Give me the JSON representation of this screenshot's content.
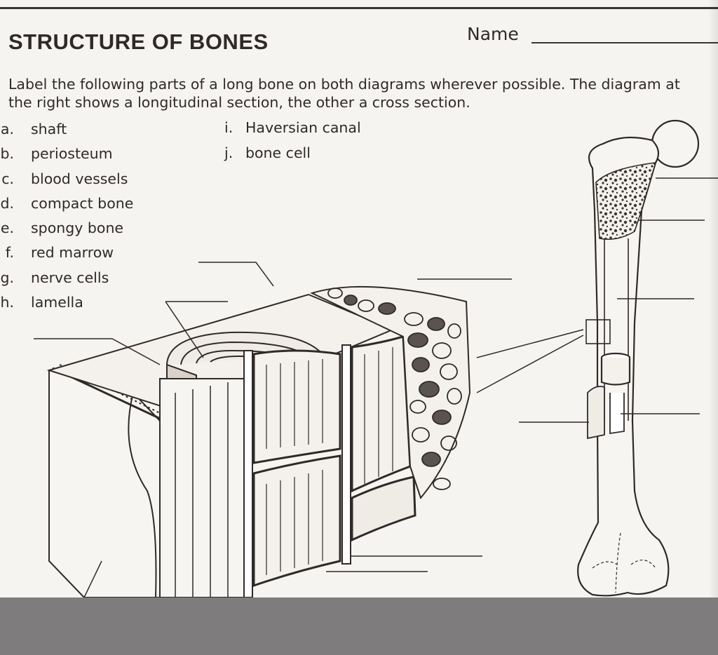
{
  "worksheet": {
    "title": "STRUCTURE OF BONES",
    "name_label": "Name",
    "instructions": "Label the following parts of a long bone on both diagrams wherever possible.  The diagram at the right shows a longitudinal section, the other a cross section."
  },
  "terms": [
    {
      "letter": "a.",
      "text": "shaft"
    },
    {
      "letter": "b.",
      "text": "periosteum"
    },
    {
      "letter": "c.",
      "text": "blood vessels"
    },
    {
      "letter": "d.",
      "text": "compact bone"
    },
    {
      "letter": "e.",
      "text": "spongy bone"
    },
    {
      "letter": "f.",
      "text": "red marrow"
    },
    {
      "letter": "g.",
      "text": "nerve cells"
    },
    {
      "letter": "h.",
      "text": "lamella"
    },
    {
      "letter": "i.",
      "text": "Haversian canal"
    },
    {
      "letter": "j.",
      "text": "bone cell"
    }
  ],
  "diagrams": {
    "cross_section": {
      "label_lines": 7
    },
    "longitudinal_section": {
      "label_lines": 5
    }
  }
}
